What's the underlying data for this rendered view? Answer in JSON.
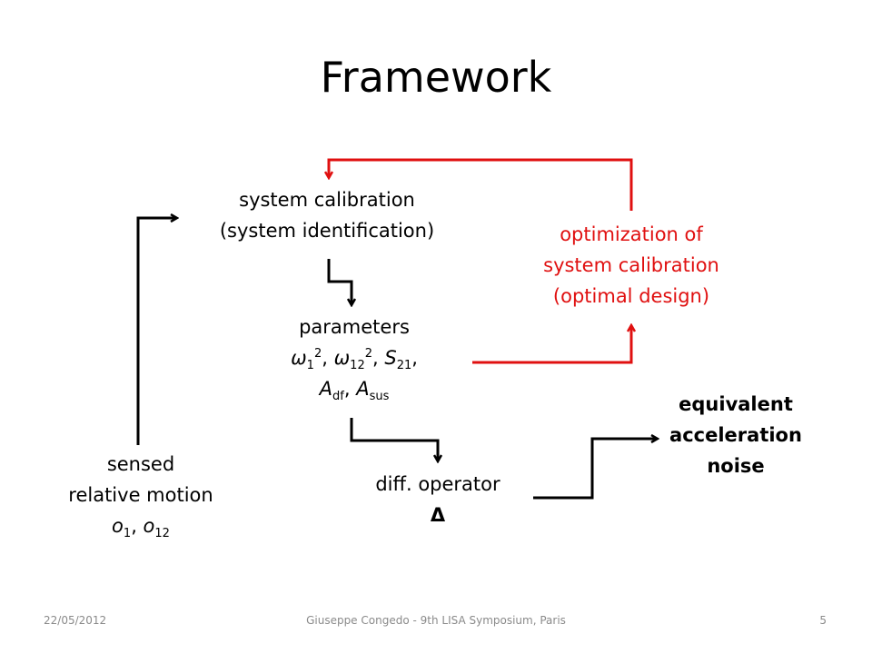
{
  "slide": {
    "title": "Framework",
    "calibration": {
      "line1": "system calibration",
      "line2": "(system identification)"
    },
    "optimization": {
      "line1": "optimization of",
      "line2": "system calibration",
      "line3": "(optimal design)"
    },
    "parameters": {
      "label": "parameters",
      "w": "ω",
      "sub1": "1",
      "sub12": "12",
      "sup2": "2",
      "S": "S",
      "sub21": "21",
      "A": "A",
      "sub_df": "df",
      "sub_sus": "sus",
      "comma": ", ",
      "trailing_comma": ","
    },
    "diff_operator": {
      "line1": "diff. operator",
      "line2": "Δ"
    },
    "noise": {
      "line1": "equivalent",
      "line2": "acceleration",
      "line3": "noise"
    },
    "sensed": {
      "line1": "sensed",
      "line2": "relative motion",
      "o": "o",
      "sub1": "1",
      "sub12": "12",
      "comma": ", "
    },
    "colors": {
      "feedback": "#e01010",
      "flow": "#000000"
    }
  },
  "footer": {
    "date": "22/05/2012",
    "presenter": "Giuseppe Congedo - 9th LISA Symposium, Paris",
    "page": "5"
  }
}
